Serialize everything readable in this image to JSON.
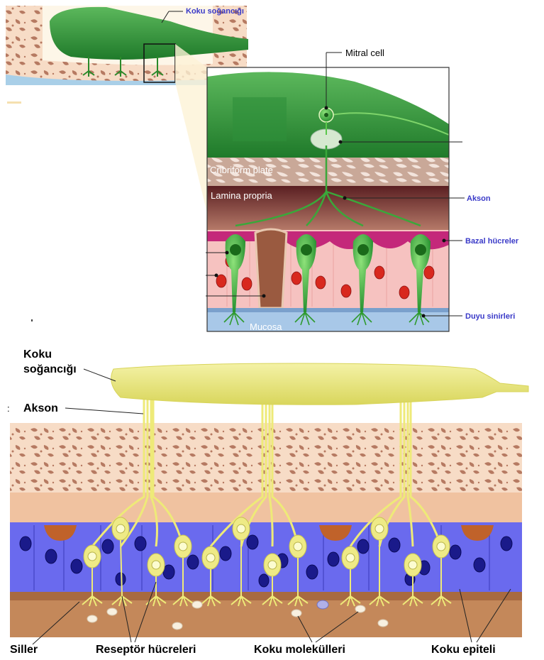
{
  "top_labels": {
    "bulb": "Koku soğancığı",
    "mitral": "Mitral cell",
    "cribriform": "Cribriform plate",
    "lamina": "Lamina propria",
    "axon": "Akson",
    "basal": "Bazal hücreler",
    "nerves": "Duyu sinirleri",
    "mucosa": "Mucosa"
  },
  "bottom_labels": {
    "bulb_line1": "Koku",
    "bulb_line2": "soğancığı",
    "axon": "Akson",
    "cilia": "Siller",
    "receptors": "Reseptör hücreleri",
    "molecules": "Koku molekülleri",
    "epithelium": "Koku epiteli"
  },
  "colors": {
    "label_blue": "#3a3ac8",
    "bulb_green": "#2e8b2e",
    "bulb_yellow": "#eeea78",
    "epithelium_blue": "#6a6aee",
    "bone": "#f5d3b8",
    "pink_cells": "#f6c2c0"
  }
}
